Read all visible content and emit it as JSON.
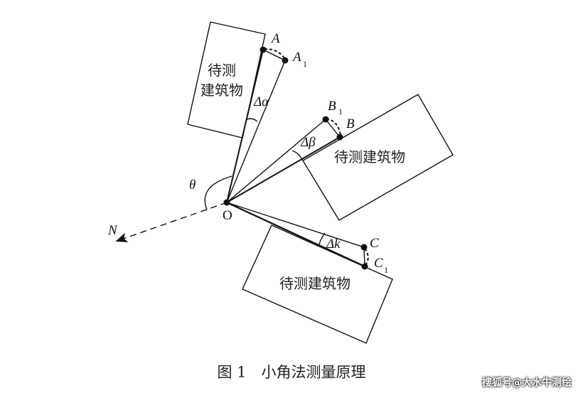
{
  "labels": {
    "building": "待测建筑物",
    "building_line1": "待测",
    "building_line2": "建筑物",
    "A": "A",
    "A1": "A",
    "B": "B",
    "B1": "B",
    "C": "C",
    "C1": "C",
    "sub1": "1",
    "origin": "O",
    "north": "N",
    "theta": "θ",
    "delta_alpha": "Δα",
    "delta_beta": "Δβ",
    "delta_k": "Δk"
  },
  "caption": "图 1　小角法测量原理",
  "watermark": "搜狐号@大水牛测绘"
}
